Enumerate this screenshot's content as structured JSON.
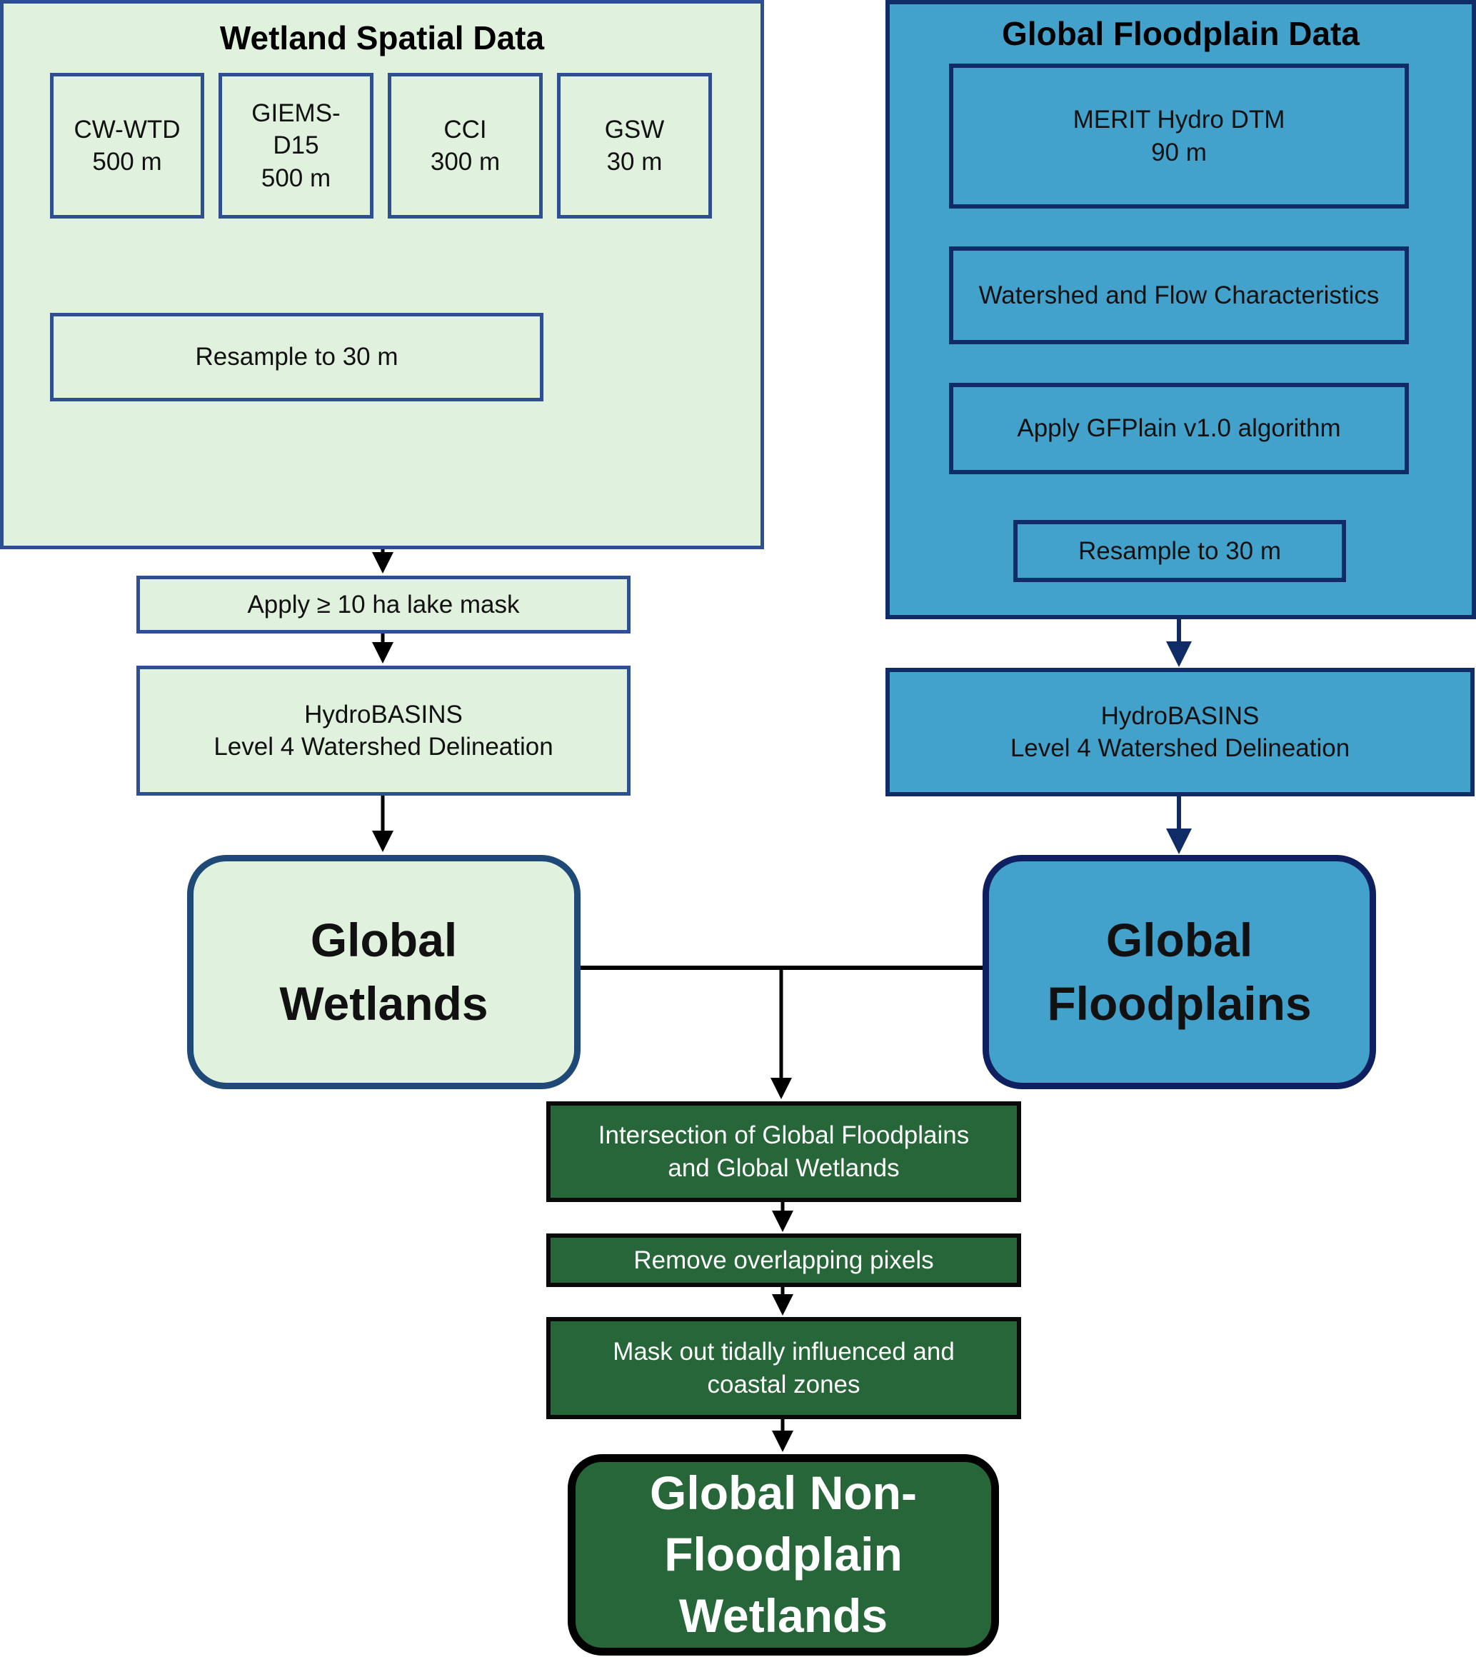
{
  "colors": {
    "wetland_fill": "#e0f2dd",
    "wetland_border": "#2e5090",
    "floodplain_fill": "#42a2cc",
    "floodplain_border": "#0f2c66",
    "result_fill": "#276638",
    "result_border": "#0a0a0a",
    "connector_black": "#000000",
    "connector_navy": "#0f2c66"
  },
  "wetland_panel": {
    "title": "Wetland Spatial Data",
    "sources": [
      {
        "name": "CW-WTD",
        "resolution": "500 m"
      },
      {
        "name": "GIEMS-",
        "name2": "D15",
        "resolution": "500 m"
      },
      {
        "name": "CCI",
        "resolution": "300 m"
      },
      {
        "name": "GSW",
        "resolution": "30 m"
      }
    ],
    "resample": "Resample to 30 m"
  },
  "wetland_steps": {
    "lake_mask": "Apply ≥ 10 ha lake mask",
    "hydrobasins_line1": "HydroBASINS",
    "hydrobasins_line2": "Level 4 Watershed Delineation",
    "output_line1": "Global",
    "output_line2": "Wetlands"
  },
  "floodplain_panel": {
    "title": "Global Floodplain Data",
    "merit_line1": "MERIT Hydro DTM",
    "merit_line2": "90 m",
    "watershed": "Watershed and Flow Characteristics",
    "gfplain": "Apply GFPlain v1.0 algorithm",
    "resample": "Resample to 30 m"
  },
  "floodplain_steps": {
    "hydrobasins_line1": "HydroBASINS",
    "hydrobasins_line2": "Level 4 Watershed Delineation",
    "output_line1": "Global",
    "output_line2": "Floodplains"
  },
  "combined_steps": {
    "intersection_line1": "Intersection of Global Floodplains",
    "intersection_line2": "and Global Wetlands",
    "remove": "Remove overlapping pixels",
    "mask_line1": "Mask out tidally influenced and",
    "mask_line2": "coastal zones",
    "final_line1": "Global Non-",
    "final_line2": "Floodplain",
    "final_line3": "Wetlands"
  }
}
